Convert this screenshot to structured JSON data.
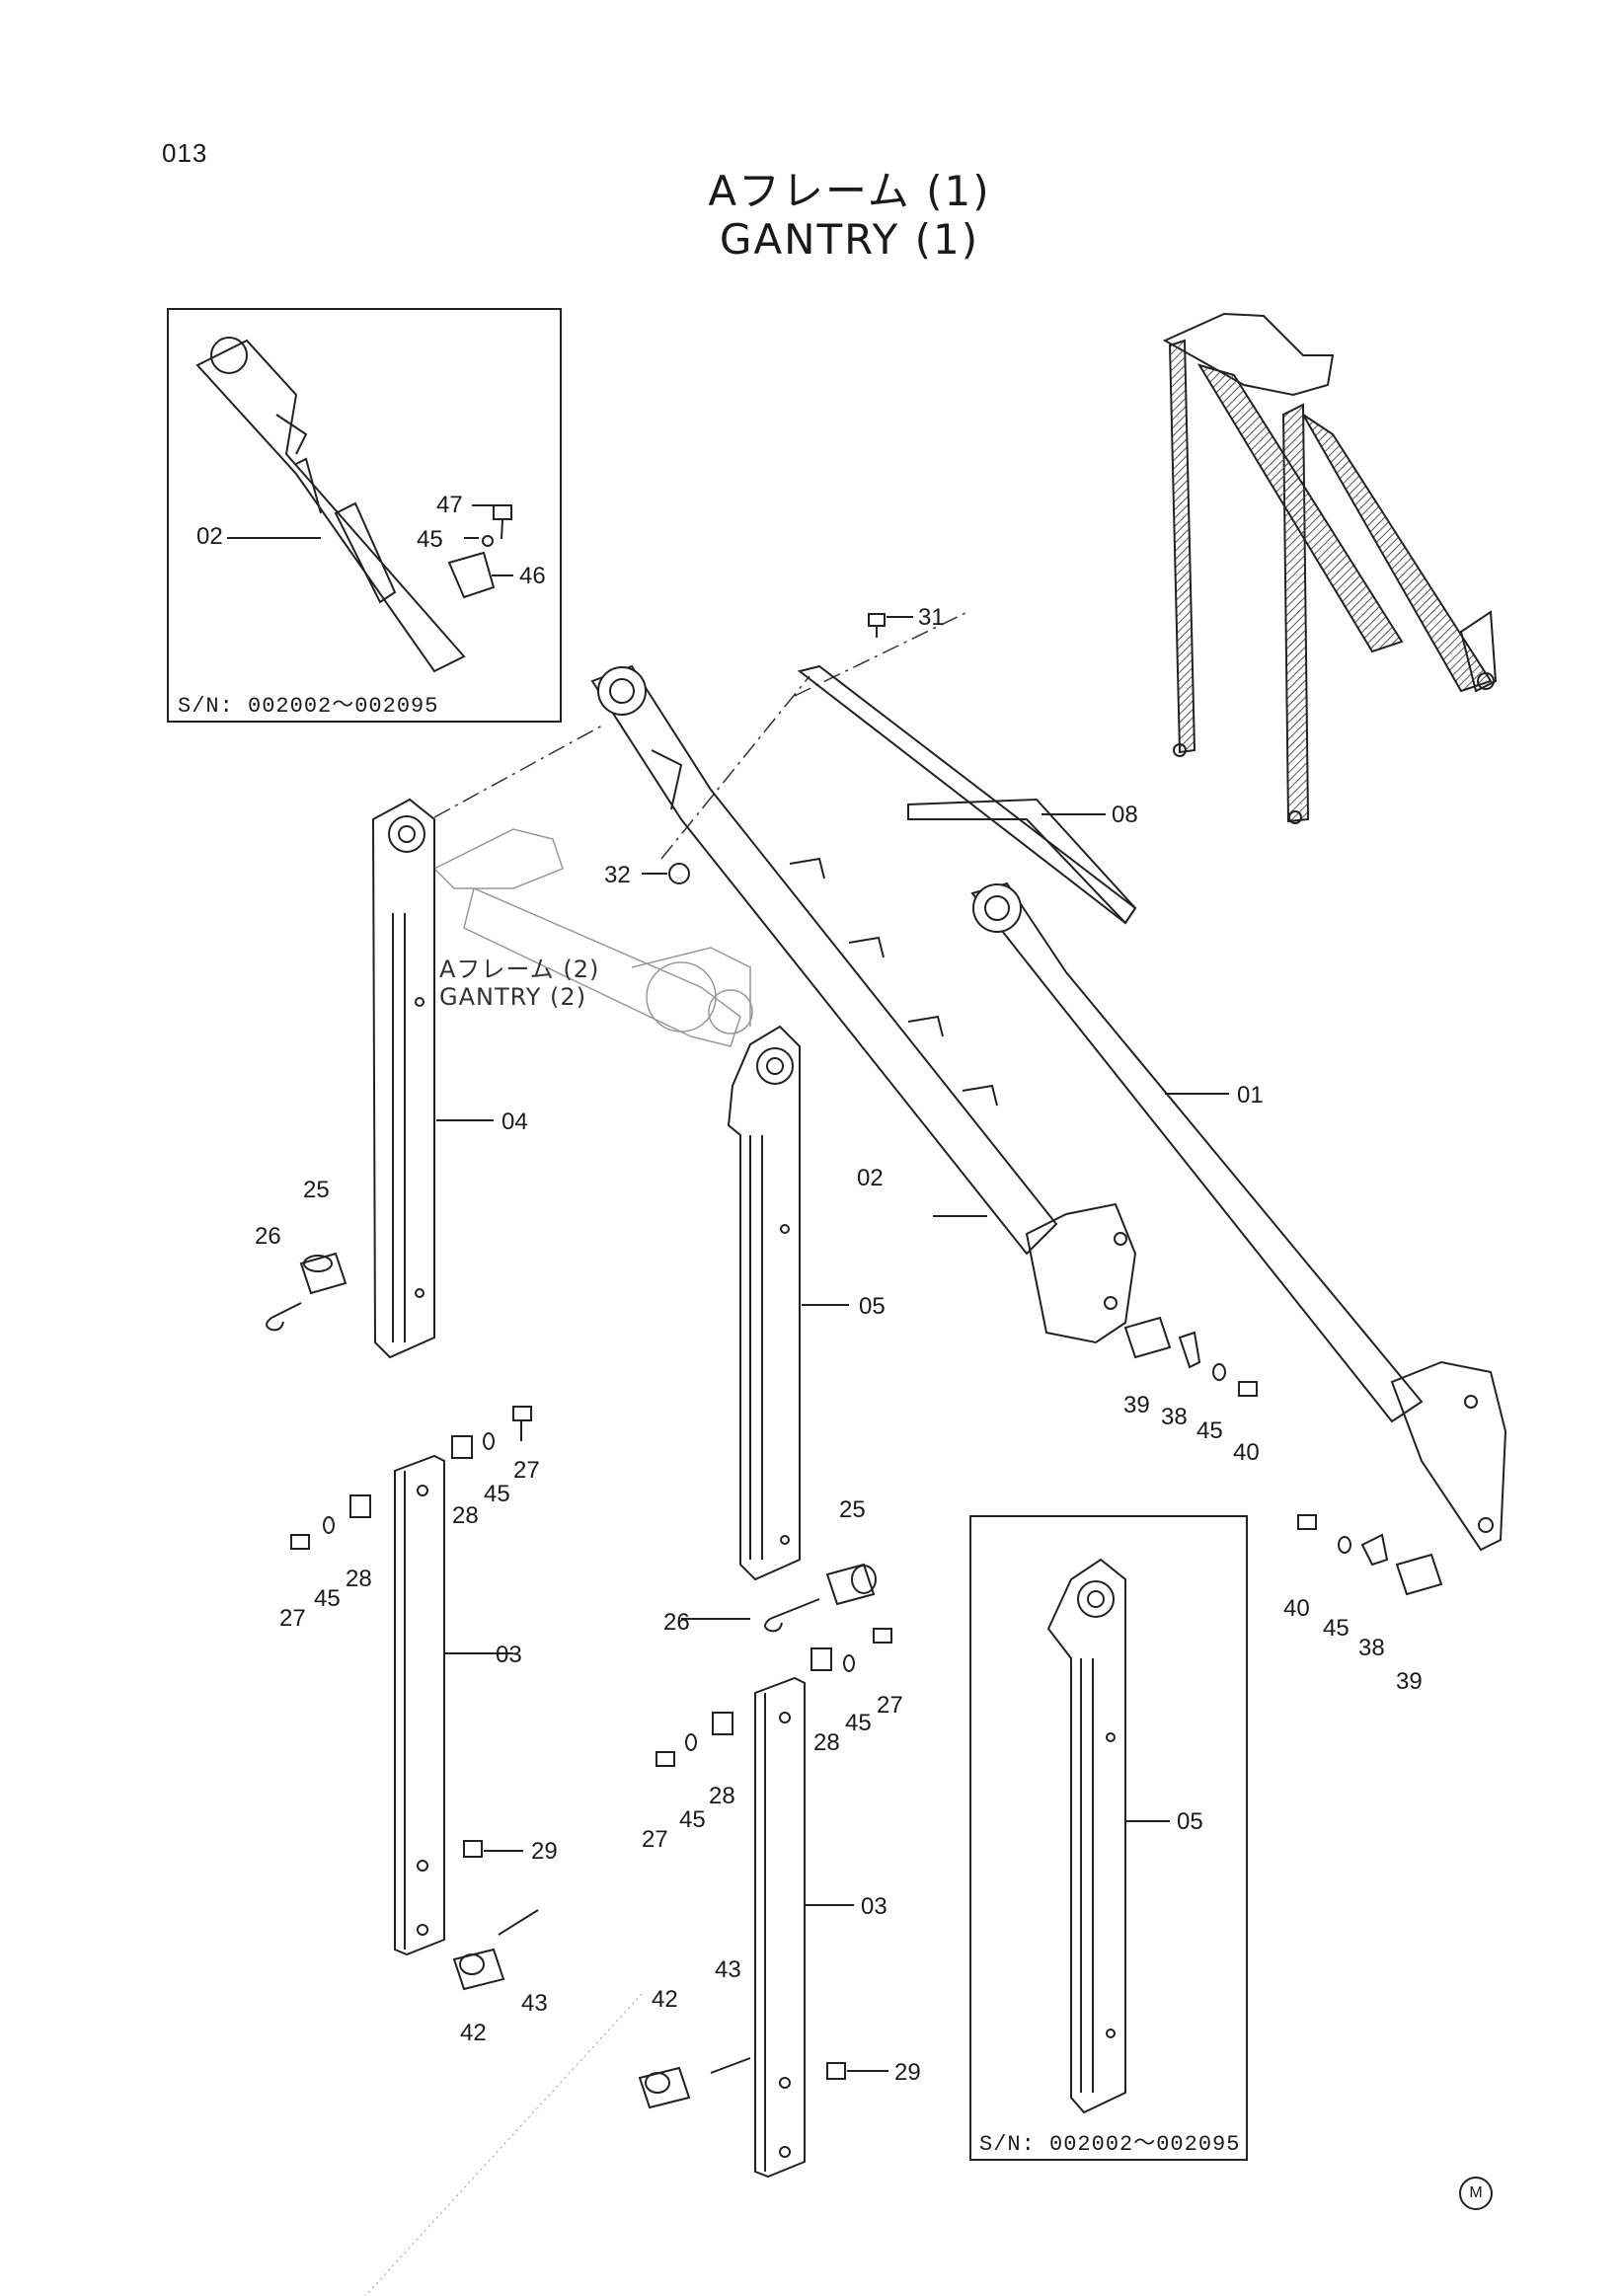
{
  "page_number": "013",
  "title_jp": "Aフレーム (1)",
  "title_en": "GANTRY (1)",
  "ref_jp": "Aフレーム (2)",
  "ref_en": "GANTRY (2)",
  "inset_top": {
    "serial": "S/N: 002002～002095"
  },
  "inset_bottom": {
    "serial": "S/N: 002002～002095"
  },
  "marker": "M",
  "callouts": {
    "c01": "01",
    "c02_main": "02",
    "c02_inset": "02",
    "c03_left": "03",
    "c03_center": "03",
    "c04": "04",
    "c05_main": "05",
    "c05_inset": "05",
    "c08": "08",
    "c25_left": "25",
    "c25_center": "25",
    "c26_left": "26",
    "c26_center": "26",
    "c27_a": "27",
    "c27_b": "27",
    "c27_c": "27",
    "c27_d": "27",
    "c28_a": "28",
    "c28_b": "28",
    "c28_c": "28",
    "c28_d": "28",
    "c29_left": "29",
    "c29_center": "29",
    "c31": "31",
    "c32": "32",
    "c38_a": "38",
    "c38_b": "38",
    "c39_a": "39",
    "c39_b": "39",
    "c40_a": "40",
    "c40_b": "40",
    "c42_left": "42",
    "c42_center": "42",
    "c43_left": "43",
    "c43_center": "43",
    "c45_a": "45",
    "c45_b": "45",
    "c45_c": "45",
    "c45_d": "45",
    "c45_e": "45",
    "c45_f": "45",
    "c45_inset": "45",
    "c46": "46",
    "c47": "47"
  }
}
